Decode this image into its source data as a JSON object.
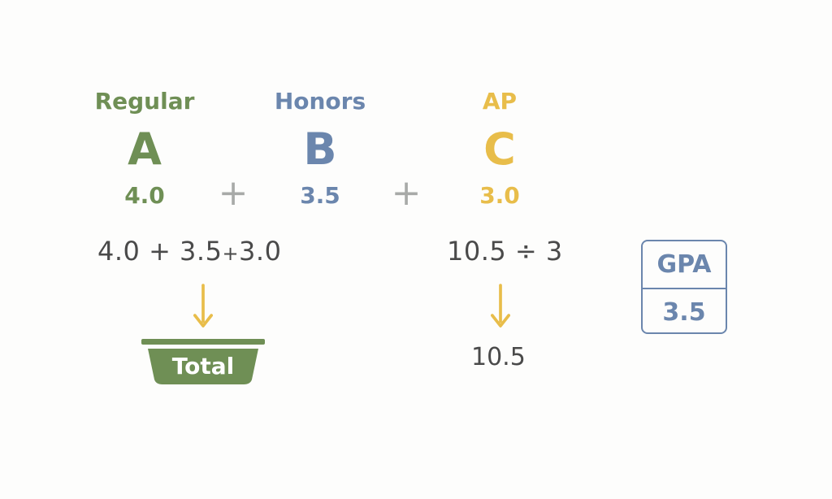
{
  "colors": {
    "regular": "#6f8f55",
    "honors": "#6b86ad",
    "ap": "#e8bd4a",
    "operator": "#a8aaa8",
    "text": "#4a4a4a",
    "arrow": "#e8bd4a",
    "basket": "#6f8f55"
  },
  "courses": [
    {
      "label": "Regular",
      "grade": "A",
      "points": "4.0"
    },
    {
      "label": "Honors",
      "grade": "B",
      "points": "3.5"
    },
    {
      "label": "AP",
      "grade": "C",
      "points": "3.0"
    }
  ],
  "operators": {
    "plus": "+"
  },
  "sum": {
    "term1": "4.0",
    "op1": "+",
    "term2": "3.5",
    "op2": "+",
    "term3": "3.0",
    "label": "Total"
  },
  "division": {
    "expression": "10.5 ÷ 3",
    "result": "10.5"
  },
  "gpa": {
    "label": "GPA",
    "value": "3.5"
  }
}
